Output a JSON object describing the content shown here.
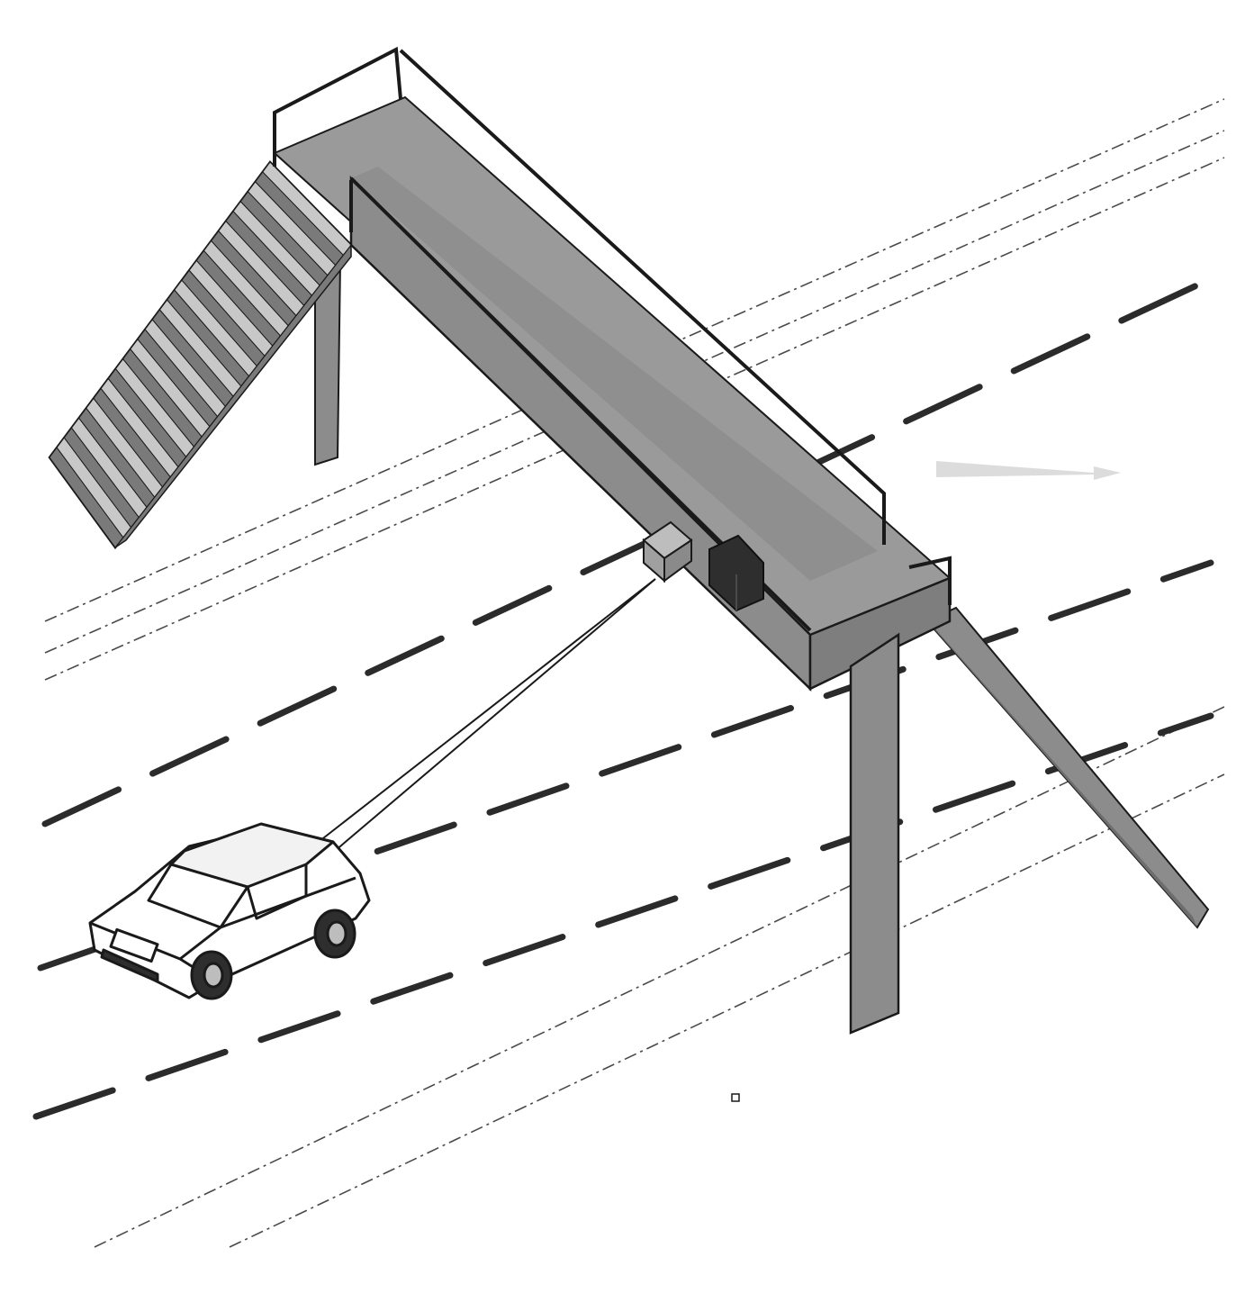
{
  "diagram": {
    "labels": [],
    "colors": {
      "background": "#ffffff",
      "outline": "#1a1a1a",
      "bridge_fill": "#8c8c8c",
      "bridge_top": "#9a9a9a",
      "stair_light": "#c8c8c8",
      "stair_dark": "#7a7a7a",
      "lane_mark": "#2b2b2b",
      "edge_line": "#4a4a4a",
      "device_fill": "#a0a0a0",
      "device_dark": "#2e2e2e"
    },
    "icons": [
      "pedestrian-overpass",
      "staircase",
      "ramp",
      "overhead-sensor",
      "roadside-unit",
      "car",
      "sensor-beam"
    ]
  }
}
